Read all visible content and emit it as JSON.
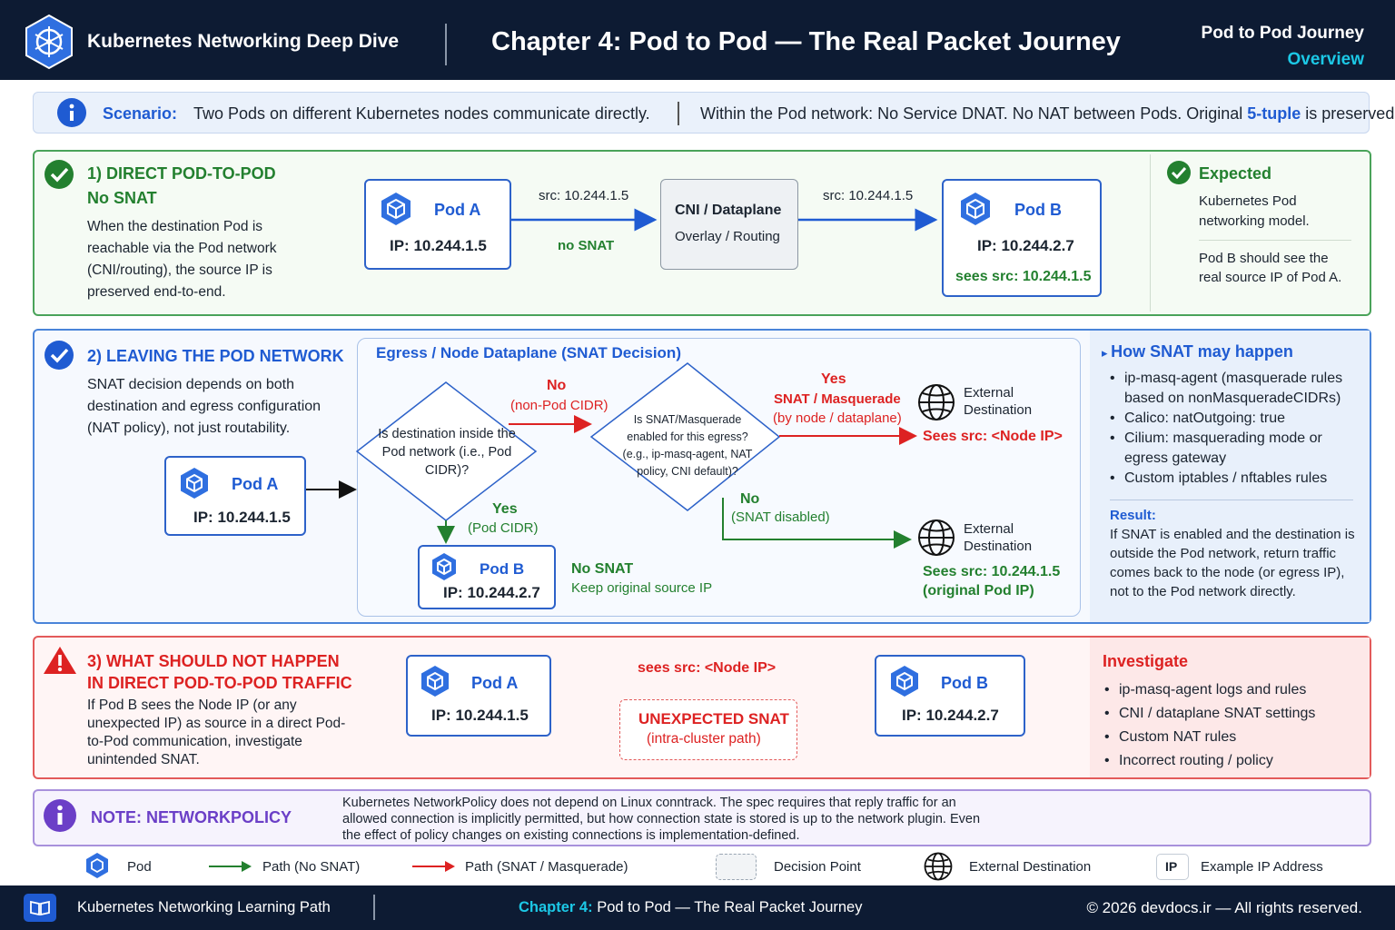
{
  "header": {
    "brand": "Kubernetes Networking Deep Dive",
    "title": "Chapter 4: Pod to Pod — The Real Packet Journey",
    "right_title": "Pod to Pod Journey",
    "right_sub": "Overview"
  },
  "scenario": {
    "label": "Scenario:",
    "text": "Two Pods on different Kubernetes nodes communicate directly.",
    "rule_pre": "Within the Pod network: No Service DNAT. No NAT between Pods. Original ",
    "rule_hl": "5-tuple",
    "rule_post": " is preserved."
  },
  "s1": {
    "title1": "1) DIRECT POD-TO-POD",
    "title2": "No SNAT",
    "desc": "When the destination Pod is reachable via the Pod network (CNI/routing), the source IP is preserved end-to-end.",
    "podA": {
      "name": "Pod A",
      "ip": "IP: 10.244.1.5"
    },
    "arrow1_top": "src: 10.244.1.5",
    "arrow1_bottom": "no SNAT",
    "cni_title": "CNI / Dataplane",
    "cni_sub": "Overlay / Routing",
    "arrow2_top": "src: 10.244.1.5",
    "podB": {
      "name": "Pod B",
      "ip": "IP: 10.244.2.7",
      "sees": "sees src: 10.244.1.5"
    },
    "expected_title": "Expected",
    "expected_1": "Kubernetes Pod networking model.",
    "expected_2": "Pod B should see the real source IP of Pod A."
  },
  "s2": {
    "title": "2) LEAVING THE POD NETWORK",
    "desc": "SNAT decision depends on both destination and egress configuration (NAT policy), not just routability.",
    "podA": {
      "name": "Pod A",
      "ip": "IP: 10.244.1.5"
    },
    "egress_title": "Egress / Node Dataplane (SNAT Decision)",
    "d1": "Is destination inside the Pod network (i.e., Pod CIDR)?",
    "d1_no": "No",
    "d1_no_sub": "(non-Pod CIDR)",
    "d1_yes": "Yes",
    "d1_yes_sub": "(Pod CIDR)",
    "d2": "Is SNAT/Masquerade enabled for this egress? (e.g., ip-masq-agent, NAT policy, CNI default)?",
    "d2_yes": "Yes",
    "d2_yes_sub1": "SNAT / Masquerade",
    "d2_yes_sub2": "(by node / dataplane)",
    "d2_no": "No",
    "d2_no_sub": "(SNAT disabled)",
    "ext1": "External Destination",
    "ext1_sees": "Sees src: <Node IP>",
    "ext2": "External Destination",
    "ext2_sees1": "Sees src: 10.244.1.5",
    "ext2_sees2": "(original Pod IP)",
    "podB": {
      "name": "Pod B",
      "ip": "IP: 10.244.2.7"
    },
    "nosnat": "No SNAT",
    "keep": "Keep original source IP",
    "how_title": "How SNAT may happen",
    "how_items": [
      "ip-masq-agent (masquerade rules based on nonMasqueradeCIDRs)",
      "Calico: natOutgoing: true",
      "Cilium: masquerading mode or egress gateway",
      "Custom iptables / nftables rules"
    ],
    "result_title": "Result:",
    "result_text": "If SNAT is enabled and the destination is outside the Pod network, return traffic comes back to the node (or egress IP), not to the Pod network directly."
  },
  "s3": {
    "title1": "3) WHAT SHOULD NOT HAPPEN",
    "title2": "IN DIRECT POD-TO-POD TRAFFIC",
    "desc": "If Pod B sees the Node IP (or any unexpected IP) as source in a direct Pod-to-Pod communication, investigate unintended SNAT.",
    "podA": {
      "name": "Pod A",
      "ip": "IP: 10.244.1.5"
    },
    "arrow_label": "sees src: <Node IP>",
    "unexpected1": "UNEXPECTED SNAT",
    "unexpected2": "(intra-cluster path)",
    "podB": {
      "name": "Pod B",
      "ip": "IP: 10.244.2.7"
    },
    "inv_title": "Investigate",
    "inv_items": [
      "ip-masq-agent logs and rules",
      "CNI / dataplane SNAT settings",
      "Custom NAT rules",
      "Incorrect routing / policy"
    ]
  },
  "note": {
    "title": "NOTE: NETWORKPOLICY",
    "text": "Kubernetes NetworkPolicy does not depend on Linux conntrack. The spec requires that reply traffic for an allowed connection is implicitly permitted, but how connection state is stored is up to the network plugin. Even the effect of policy changes on existing connections is implementation-defined."
  },
  "legend": {
    "pod": "Pod",
    "green": "Path (No SNAT)",
    "red": "Path (SNAT / Masquerade)",
    "decision": "Decision Point",
    "ext": "External Destination",
    "ip_badge": "IP",
    "ip": "Example IP Address"
  },
  "footer": {
    "left": "Kubernetes Networking Learning Path",
    "center_hl": "Chapter 4:",
    "center": " Pod to Pod — The Real Packet Journey",
    "right": "© 2026 devdocs.ir — All rights reserved."
  },
  "colors": {
    "navy": "#0d1b33",
    "blue": "#1f5bd2",
    "green": "#23802f",
    "red": "#dd2222",
    "purple": "#6b3fc7"
  }
}
